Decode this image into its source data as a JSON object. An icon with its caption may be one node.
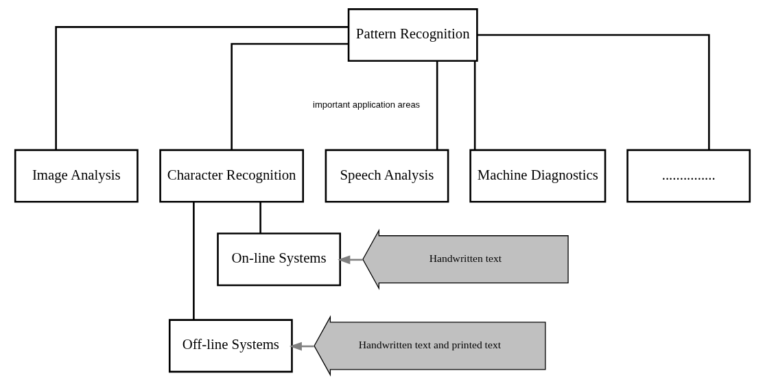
{
  "diagram": {
    "nodes": [
      {
        "text": [
          "Pattern Recognition"
        ]
      },
      {
        "text": [
          "Image Analysis"
        ]
      },
      {
        "text": [
          "Character Recognition"
        ]
      },
      {
        "text": [
          "Speech Analysis"
        ]
      },
      {
        "text": [
          "Machine Diagnostics"
        ]
      },
      {
        "text": [
          "..............."
        ]
      },
      {
        "text": [
          "On-line Systems"
        ]
      },
      {
        "text": [
          "Off-line Systems"
        ]
      },
      {
        "text": [
          "Handwritten text"
        ]
      },
      {
        "text": [
          "Handwritten text and printed text"
        ]
      }
    ],
    "edges": [
      {
        "from": 0,
        "to": 1,
        "arrow": "none"
      },
      {
        "from": 0,
        "to": 2,
        "arrow": "none"
      },
      {
        "from": 0,
        "to": 3,
        "arrow": "none"
      },
      {
        "from": 0,
        "to": 4,
        "arrow": "none"
      },
      {
        "from": 0,
        "to": 5,
        "arrow": "none"
      },
      {
        "from": 2,
        "to": 6,
        "arrow": "none"
      },
      {
        "from": 2,
        "to": 7,
        "arrow": "none"
      },
      {
        "from": 8,
        "to": 6,
        "arrow": "to",
        "color": "#808080"
      },
      {
        "from": 9,
        "to": 7,
        "arrow": "to",
        "color": "#808080"
      }
    ],
    "labels": [
      "important application areas"
    ]
  }
}
